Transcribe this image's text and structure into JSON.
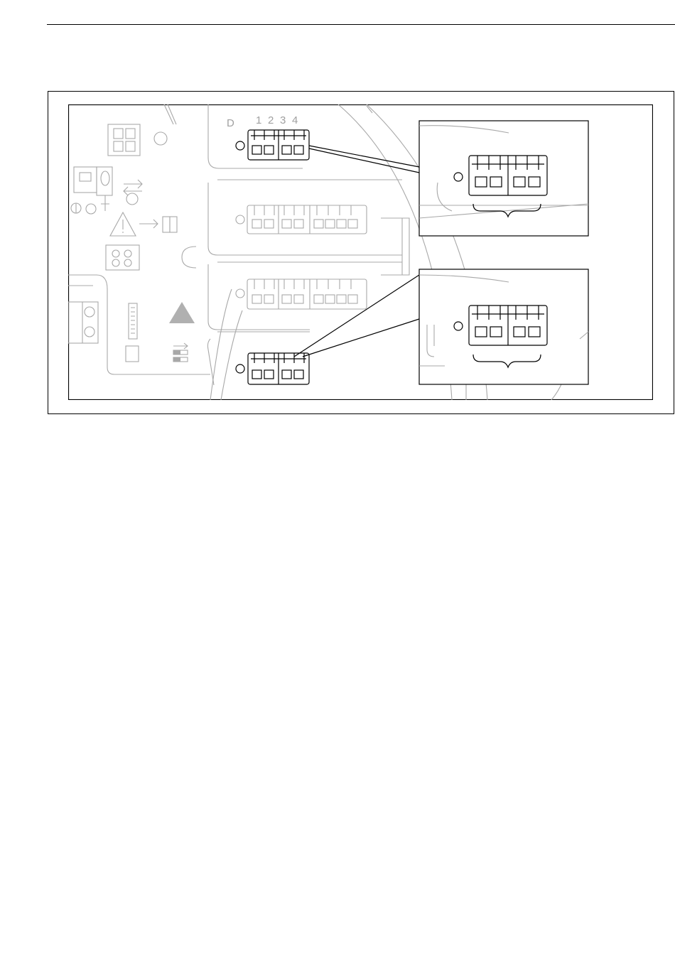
{
  "figure": {
    "terminal_label": "D",
    "terminal_numbers": [
      "1",
      "2",
      "3",
      "4"
    ]
  },
  "colors": {
    "line_gray": "#a8a8a8",
    "highlight": "#000000",
    "background": "#ffffff"
  },
  "icons": {
    "warning": "warning-triangle-icon",
    "manual": "book-icon",
    "exchange": "double-arrow-icon",
    "esd": "esd-warning-icon",
    "switch": "dip-switch-icon"
  }
}
